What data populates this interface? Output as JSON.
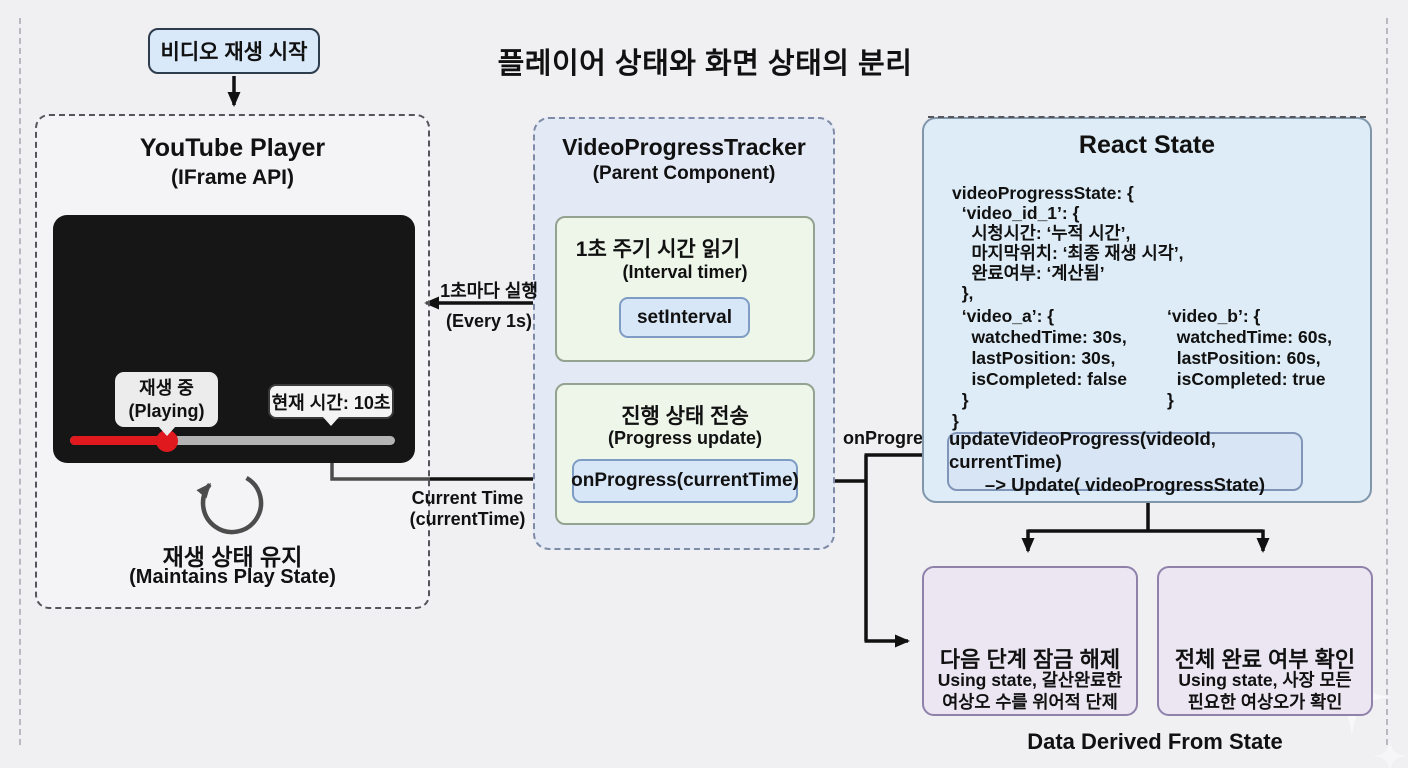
{
  "title": "플레이어 상태와 화면 상태의 분리",
  "start_button": {
    "label": "비디오 재생 시작"
  },
  "player": {
    "title": "YouTube Player",
    "subtitle": "(IFrame API)",
    "playing_tooltip_line1": "재생 중",
    "playing_tooltip_line2": "(Playing)",
    "time_tooltip": "현재 시간: 10초",
    "loop_label": "재생 상태 유지",
    "loop_sublabel": "(Maintains Play State)"
  },
  "tracker": {
    "title": "VideoProgressTracker",
    "subtitle": "(Parent Component)",
    "interval_box": {
      "title": "1초 주기 시간 읽기",
      "subtitle": "(Interval timer)",
      "button_label": "setInterval"
    },
    "progress_box": {
      "title": "진행 상태 전송",
      "subtitle": "(Progress update)",
      "button_label": "onProgress(currentTime)"
    }
  },
  "labels": {
    "every_second_ko": "1초마다 실행",
    "every_second_en": "(Every 1s)",
    "current_time_en": "Current Time",
    "current_time_var": "(currentTime)",
    "on_progress": "onProgress"
  },
  "react_state": {
    "title": "React State",
    "code_main": [
      "videoProgressState: {",
      "  ‘video_id_1’: {",
      "    시청시간: ‘누적 시간’,",
      "    마지막위치: ‘최종 재생 시각’,",
      "    완료여부: ‘계산됨’",
      "  },"
    ],
    "code_video_a": [
      "  ‘video_a’: {",
      "    watchedTime: 30s,",
      "    lastPosition: 30s,",
      "    isCompleted: false",
      "  }",
      "}"
    ],
    "code_video_b": [
      "‘video_b’: {",
      "  watchedTime: 60s,",
      "  lastPosition: 60s,",
      "  isCompleted: true",
      "}"
    ],
    "update_box_line1": "updateVideoProgress(videoId, currentTime)",
    "update_box_line2": "–> Update( videoProgressState)"
  },
  "derived": {
    "unlock_box": {
      "title": "다음 단계 잠금 해제",
      "line1": "Using state, 갈산완료한",
      "line2": "여상오 수를 위어적 단제"
    },
    "complete_box": {
      "title": "전체 완료 여부 확인",
      "line1": "Using state, 사장 모든",
      "line2": "핀요한 여상오가 확인"
    },
    "caption": "Data Derived From State"
  },
  "icons": {
    "gear": "gear-icon",
    "play": "play-icon",
    "loop": "loop-arrow-icon",
    "lock": "lock-icon",
    "key": "key-icon",
    "progress_bar": "progress-bar-icon",
    "sparkle": "sparkle-icon"
  },
  "colors": {
    "background": "#f0f0f3",
    "accent_red": "#e0191f",
    "button_blue_bg": "#d9e9f9",
    "tracker_bg": "#e4e9f6",
    "react_bg": "#ddecf6",
    "green_box_bg": "#eef6ea",
    "purple_box_bg": "#ebe6f2",
    "gold": "#f1b73a",
    "progress_blue": "#3f87d4"
  }
}
